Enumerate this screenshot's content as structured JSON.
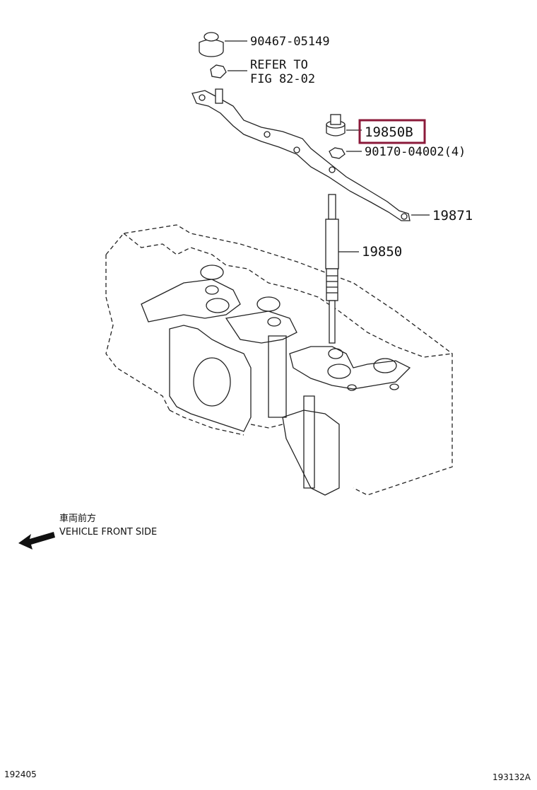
{
  "labels": {
    "p1": "90467-05149",
    "p2_line1": "REFER TO",
    "p2_line2": "FIG 82-02",
    "p3": "19850B",
    "p4": "90170-04002(4)",
    "p5": "19871",
    "p6": "19850"
  },
  "direction": {
    "jp": "車両前方",
    "en": "VEHICLE FRONT SIDE"
  },
  "footer": {
    "left_code": "192405",
    "right_code": "193132A"
  },
  "colors": {
    "highlight_border": "#8b1a3a",
    "line": "#222222"
  }
}
